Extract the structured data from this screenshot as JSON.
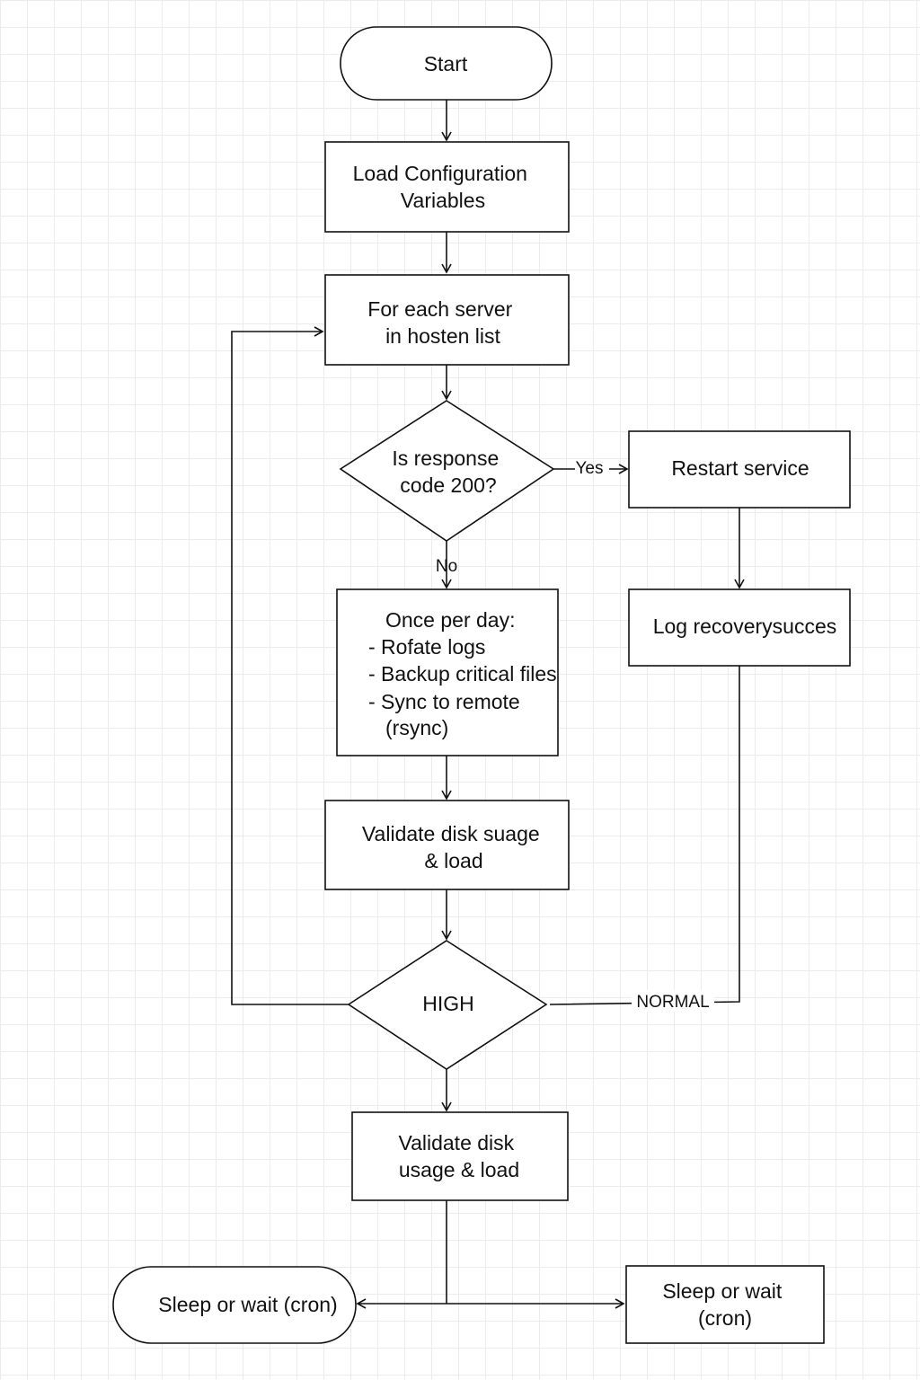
{
  "nodes": {
    "start": {
      "lines": [
        "Start"
      ]
    },
    "load_config": {
      "lines": [
        "Load Configuration",
        "Variables"
      ]
    },
    "for_each": {
      "lines": [
        "For each server",
        "in hosten list"
      ]
    },
    "is_200": {
      "lines": [
        "Is response",
        "code 200?"
      ]
    },
    "restart": {
      "lines": [
        "Restart service"
      ]
    },
    "log_recovery": {
      "lines": [
        "Log recoverysucces"
      ]
    },
    "once_per_day": {
      "lines": [
        "Once per day:",
        "- Rofate logs",
        "- Backup critical files",
        "- Sync to remote",
        "(rsync)"
      ]
    },
    "validate1": {
      "lines": [
        "Validate disk suage",
        "& load"
      ]
    },
    "high": {
      "lines": [
        "HIGH"
      ]
    },
    "validate2": {
      "lines": [
        "Validate disk",
        "usage & load"
      ]
    },
    "sleep_left": {
      "lines": [
        "Sleep or wait (cron)"
      ]
    },
    "sleep_right": {
      "lines": [
        "Sleep or wait",
        "(cron)"
      ]
    }
  },
  "edge_labels": {
    "yes": "Yes",
    "no": "No",
    "normal": "NORMAL"
  }
}
